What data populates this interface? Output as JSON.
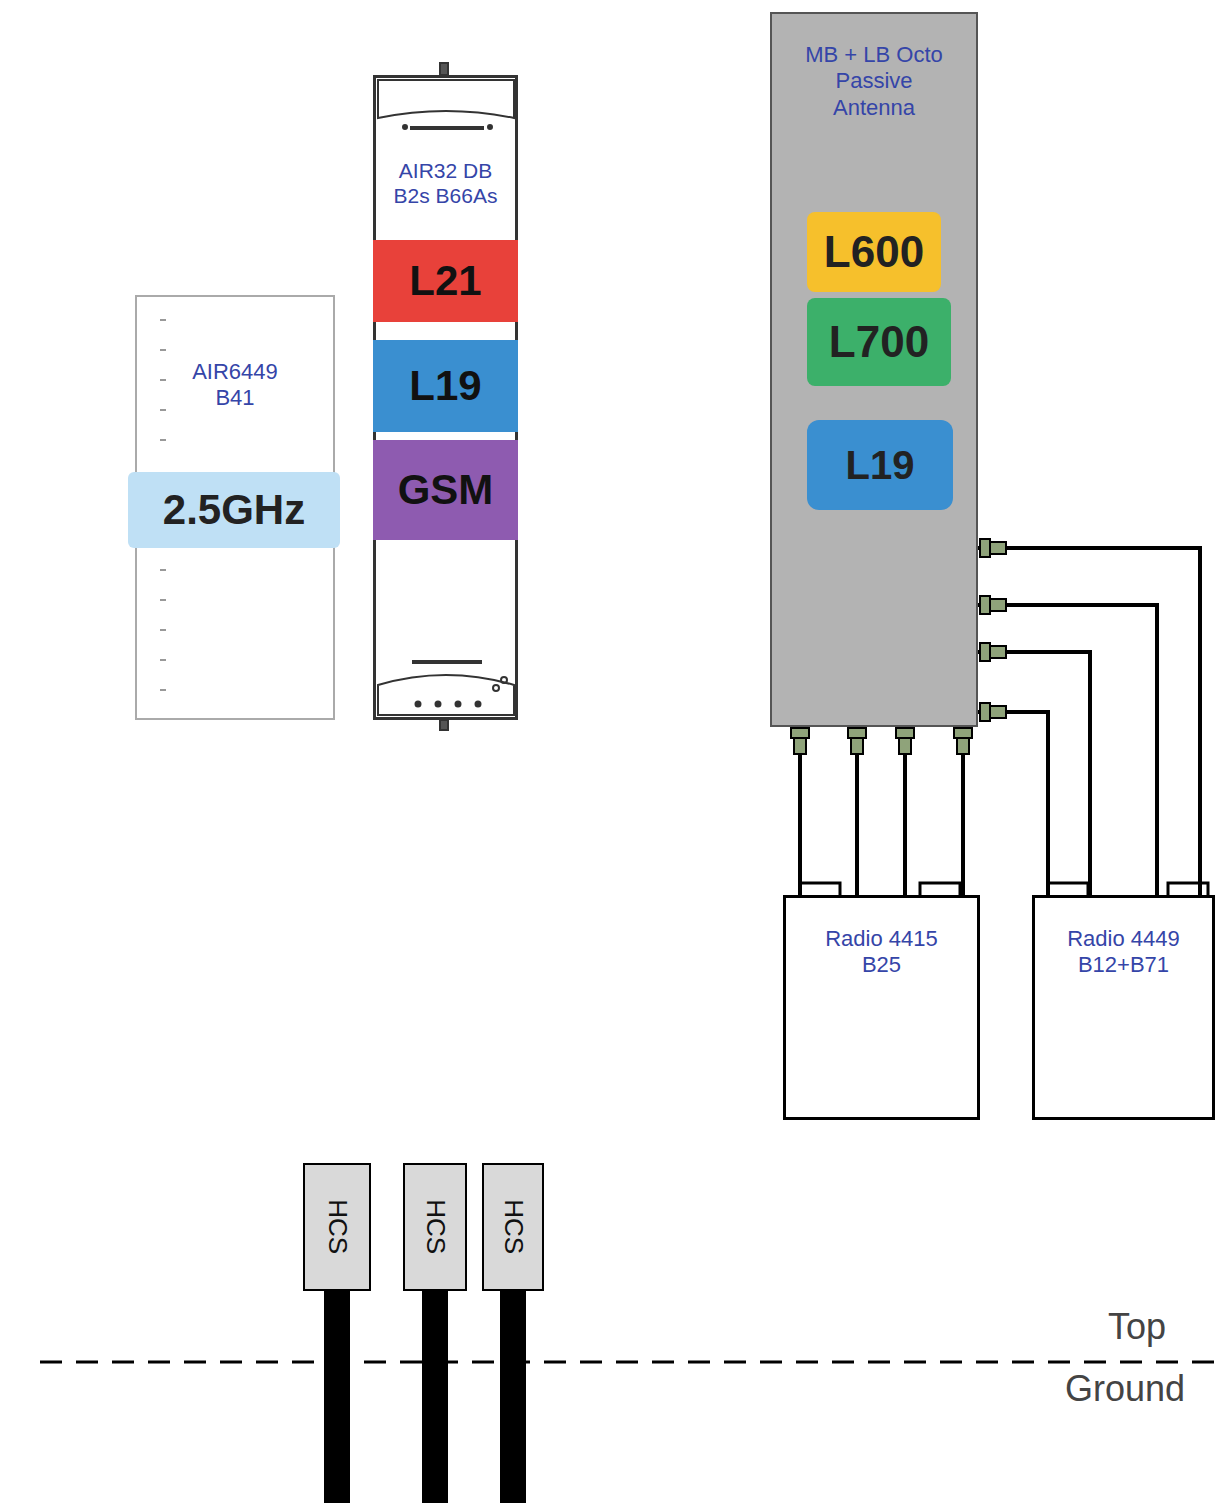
{
  "diagram": {
    "nodes": [
      {
        "text": [
          "AIR6449 B41"
        ]
      },
      {
        "text": [
          "2.5GHz"
        ],
        "in": 0
      },
      {
        "text": [
          "AIR32 DB B2s B66As"
        ]
      },
      {
        "text": [
          "L21"
        ],
        "in": 2
      },
      {
        "text": [
          "L19"
        ],
        "in": 2
      },
      {
        "text": [
          "GSM"
        ],
        "in": 2
      },
      {
        "text": [
          "MB + LB Octo Passive Antenna"
        ]
      },
      {
        "text": [
          "L600"
        ],
        "in": 6
      },
      {
        "text": [
          "L700"
        ],
        "in": 6
      },
      {
        "text": [
          "L19"
        ],
        "in": 6
      },
      {
        "text": [
          "Radio 4415 B25"
        ]
      },
      {
        "text": [
          "Radio 4449 B12+B71"
        ]
      },
      {
        "text": [
          "HCS"
        ]
      },
      {
        "text": [
          "HCS"
        ]
      },
      {
        "text": [
          "HCS"
        ]
      }
    ],
    "edges": [
      {
        "from": 6,
        "to": 10,
        "arrow": "none"
      },
      {
        "from": 6,
        "to": 10,
        "arrow": "none"
      },
      {
        "from": 6,
        "to": 10,
        "arrow": "none"
      },
      {
        "from": 6,
        "to": 10,
        "arrow": "none"
      },
      {
        "from": 6,
        "to": 11,
        "arrow": "none"
      },
      {
        "from": 6,
        "to": 11,
        "arrow": "none"
      },
      {
        "from": 6,
        "to": 11,
        "arrow": "none"
      },
      {
        "from": 6,
        "to": 11,
        "arrow": "none"
      }
    ],
    "labels": [
      "Top",
      "Ground"
    ]
  }
}
